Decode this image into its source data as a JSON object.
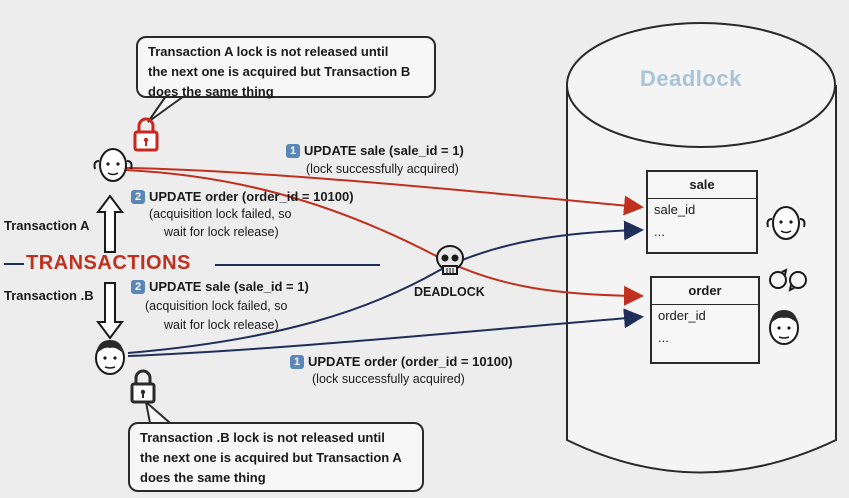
{
  "diagram": {
    "title": "Deadlock",
    "main_label": "TRANSACTIONS",
    "transaction_a": "Transaction A",
    "transaction_b": "Transaction .B",
    "deadlock_label": "DEADLOCK",
    "bubble_a": {
      "strong1": "Transaction A",
      "text1": " lock is not released until",
      "text2": "the next one is acquired but ",
      "strong2": "Transaction B",
      "text3": "does the same thing"
    },
    "bubble_b": {
      "strong1": "Transaction .B",
      "text1": " lock is not released until",
      "text2": "the next one is acquired but ",
      "strong2": "Transaction  A",
      "text3": "does the same thing"
    },
    "steps": {
      "a1": {
        "num": "1",
        "text": "UPDATE  sale  (sale_id = 1)",
        "note": "(lock successfully acquired)"
      },
      "a2": {
        "num": "2",
        "text": "UPDATE order (order_id = 10100)",
        "note1": "(acquisition lock failed, so",
        "note2": "wait for lock release)"
      },
      "b2": {
        "num": "2",
        "text": "UPDATE  sale  (sale_id = 1)",
        "note1": "(acquisition lock failed, so",
        "note2": "wait for lock release)"
      },
      "b1": {
        "num": "1",
        "text": "UPDATE order (order_id = 10100)",
        "note": "(lock successfully acquired)"
      }
    },
    "tables": {
      "sale": {
        "name": "sale",
        "rows": [
          "sale_id",
          "..."
        ]
      },
      "order": {
        "name": "order",
        "rows": [
          "order_id",
          "..."
        ]
      }
    },
    "colors": {
      "lock_red": "#c8281e",
      "arrow_red": "#c0301f",
      "arrow_blue": "#1f2f5a",
      "title_blue": "#a8c4d6"
    },
    "icons": [
      "padlock-icon",
      "person-a-icon",
      "person-b-icon",
      "skull-icon",
      "cycle-icon",
      "arrow-up-icon",
      "arrow-down-icon"
    ]
  }
}
